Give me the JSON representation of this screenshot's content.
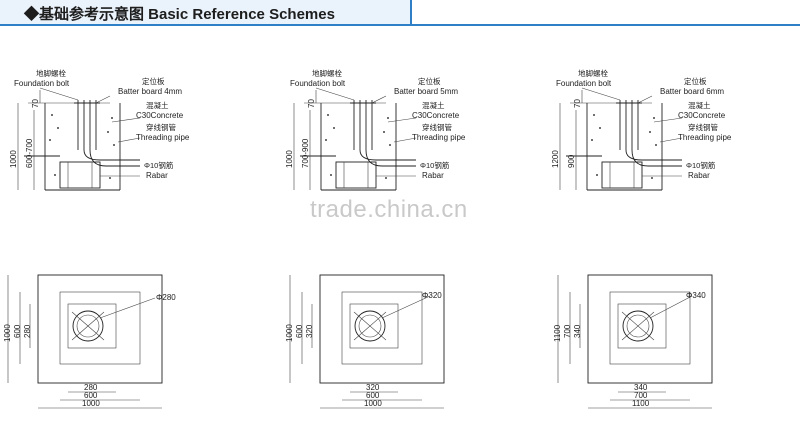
{
  "header": {
    "title": "◆基础参考示意图 Basic Reference Schemes",
    "accent_color": "#2f7fc7"
  },
  "watermark": "trade.china.cn",
  "schemes": [
    {
      "section": {
        "anchor_cn": "地脚螺栓",
        "anchor_en": "Foundation bolt",
        "board_cn": "定位板",
        "board_en": "Batter board 4mm",
        "concrete_cn": "混凝土",
        "concrete_en": "C30Concrete",
        "pipe_cn": "穿线钢管",
        "pipe_en": "Threading pipe",
        "rebar_cn": "Φ10钢筋",
        "rebar_en": "Rabar",
        "dim_top": "70",
        "dim_depth": "600-700",
        "dim_total": "1000"
      },
      "plan": {
        "circle": "Φ280",
        "v_outer": "1000",
        "v_mid": "600",
        "v_inner": "280",
        "h_inner": "280",
        "h_mid": "600",
        "h_outer": "1000"
      }
    },
    {
      "section": {
        "anchor_cn": "地脚螺栓",
        "anchor_en": "Foundation bolt",
        "board_cn": "定位板",
        "board_en": "Batter board 5mm",
        "concrete_cn": "混凝土",
        "concrete_en": "C30Concrete",
        "pipe_cn": "穿线钢管",
        "pipe_en": "Threading pipe",
        "rebar_cn": "Φ10钢筋",
        "rebar_en": "Rabar",
        "dim_top": "70",
        "dim_depth": "700-900",
        "dim_total": "1000"
      },
      "plan": {
        "circle": "Φ320",
        "v_outer": "1000",
        "v_mid": "600",
        "v_inner": "320",
        "h_inner": "320",
        "h_mid": "600",
        "h_outer": "1000"
      }
    },
    {
      "section": {
        "anchor_cn": "地脚螺栓",
        "anchor_en": "Foundation bolt",
        "board_cn": "定位板",
        "board_en": "Batter board 6mm",
        "concrete_cn": "混凝土",
        "concrete_en": "C30Concrete",
        "pipe_cn": "穿线钢管",
        "pipe_en": "Threading pipe",
        "rebar_cn": "Φ10钢筋",
        "rebar_en": "Rabar",
        "dim_top": "70",
        "dim_depth": "900",
        "dim_total": "1200"
      },
      "plan": {
        "circle": "Φ340",
        "v_outer": "1100",
        "v_mid": "700",
        "v_inner": "340",
        "h_inner": "340",
        "h_mid": "700",
        "h_outer": "1100"
      }
    }
  ]
}
